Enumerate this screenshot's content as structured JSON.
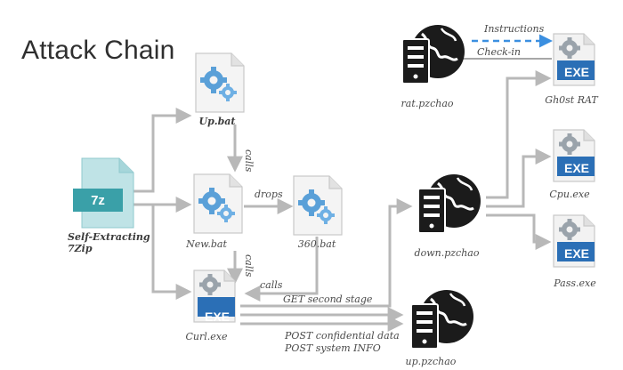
{
  "title": "Attack Chain",
  "nodes": {
    "sfx": {
      "label": "Self-Extracting 7Zip",
      "badge": "7z"
    },
    "up_bat": {
      "label": "Up.bat"
    },
    "new_bat": {
      "label": "New.bat"
    },
    "bat_360": {
      "label": "360.bat"
    },
    "curl": {
      "label": "Curl.exe",
      "badge": "EXE"
    },
    "rat_server": {
      "label": "rat.pzchao"
    },
    "down_server": {
      "label": "down.pzchao"
    },
    "up_server": {
      "label": "up.pzchao"
    },
    "gh0st": {
      "label": "Gh0st RAT",
      "badge": "EXE"
    },
    "cpu": {
      "label": "Cpu.exe",
      "badge": "EXE"
    },
    "pass": {
      "label": "Pass.exe",
      "badge": "EXE"
    }
  },
  "edges": {
    "calls_1": "calls",
    "drops": "drops",
    "calls_2": "calls",
    "calls_3": "calls",
    "get_second_stage": "GET second stage",
    "post_confidential": "POST confidential data",
    "post_system": "POST system INFO",
    "instructions": "Instructions",
    "check_in": "Check-in"
  },
  "colors": {
    "arrow": "#b8b8b8",
    "exe_blue": "#2b6fb6",
    "teal": "#3aa0a8",
    "dashed_blue": "#3b8fe0",
    "server_black": "#1b1b1b"
  }
}
